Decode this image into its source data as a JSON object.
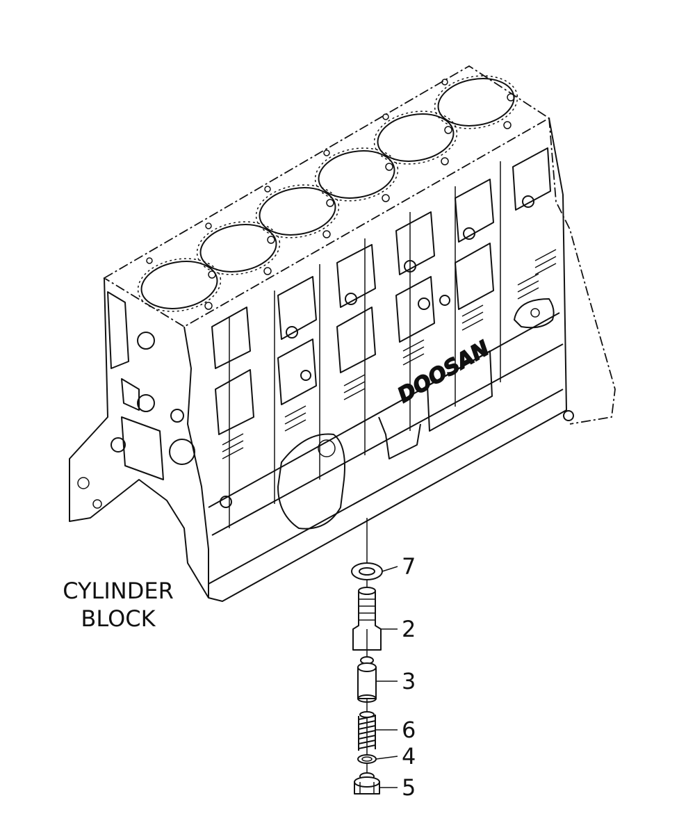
{
  "block_label": [
    "CYLINDER",
    "BLOCK"
  ],
  "brand_text": "DOOSAN",
  "callouts": [
    {
      "id": "7",
      "part": "washer"
    },
    {
      "id": "2",
      "part": "valve-body"
    },
    {
      "id": "3",
      "part": "piston"
    },
    {
      "id": "6",
      "part": "spring"
    },
    {
      "id": "4",
      "part": "seal-ring"
    },
    {
      "id": "5",
      "part": "plug"
    }
  ]
}
